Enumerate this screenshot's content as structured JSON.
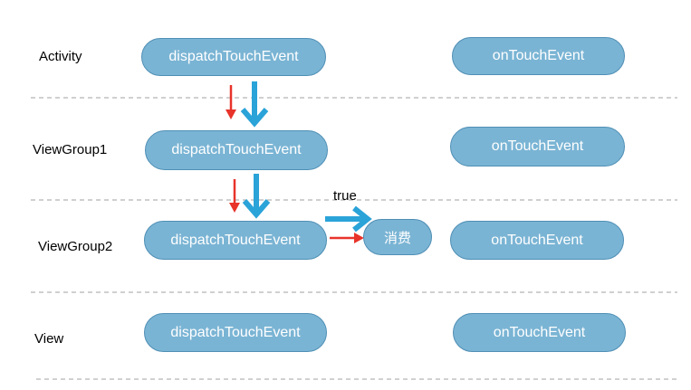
{
  "rows": [
    {
      "label": "Activity",
      "dispatch": "dispatchTouchEvent",
      "ontouch": "onTouchEvent"
    },
    {
      "label": "ViewGroup1",
      "dispatch": "dispatchTouchEvent",
      "ontouch": "onTouchEvent"
    },
    {
      "label": "ViewGroup2",
      "dispatch": "dispatchTouchEvent",
      "ontouch": "onTouchEvent"
    },
    {
      "label": "View",
      "dispatch": "dispatchTouchEvent",
      "ontouch": "onTouchEvent"
    }
  ],
  "consume_label": "消费",
  "true_label": "true",
  "colors": {
    "pill": "#7ab4d4",
    "pill_border": "#4f8fb5",
    "blue_arrow": "#2aa3d8",
    "red_arrow": "#e8332a",
    "divider": "#a0a0a0"
  }
}
